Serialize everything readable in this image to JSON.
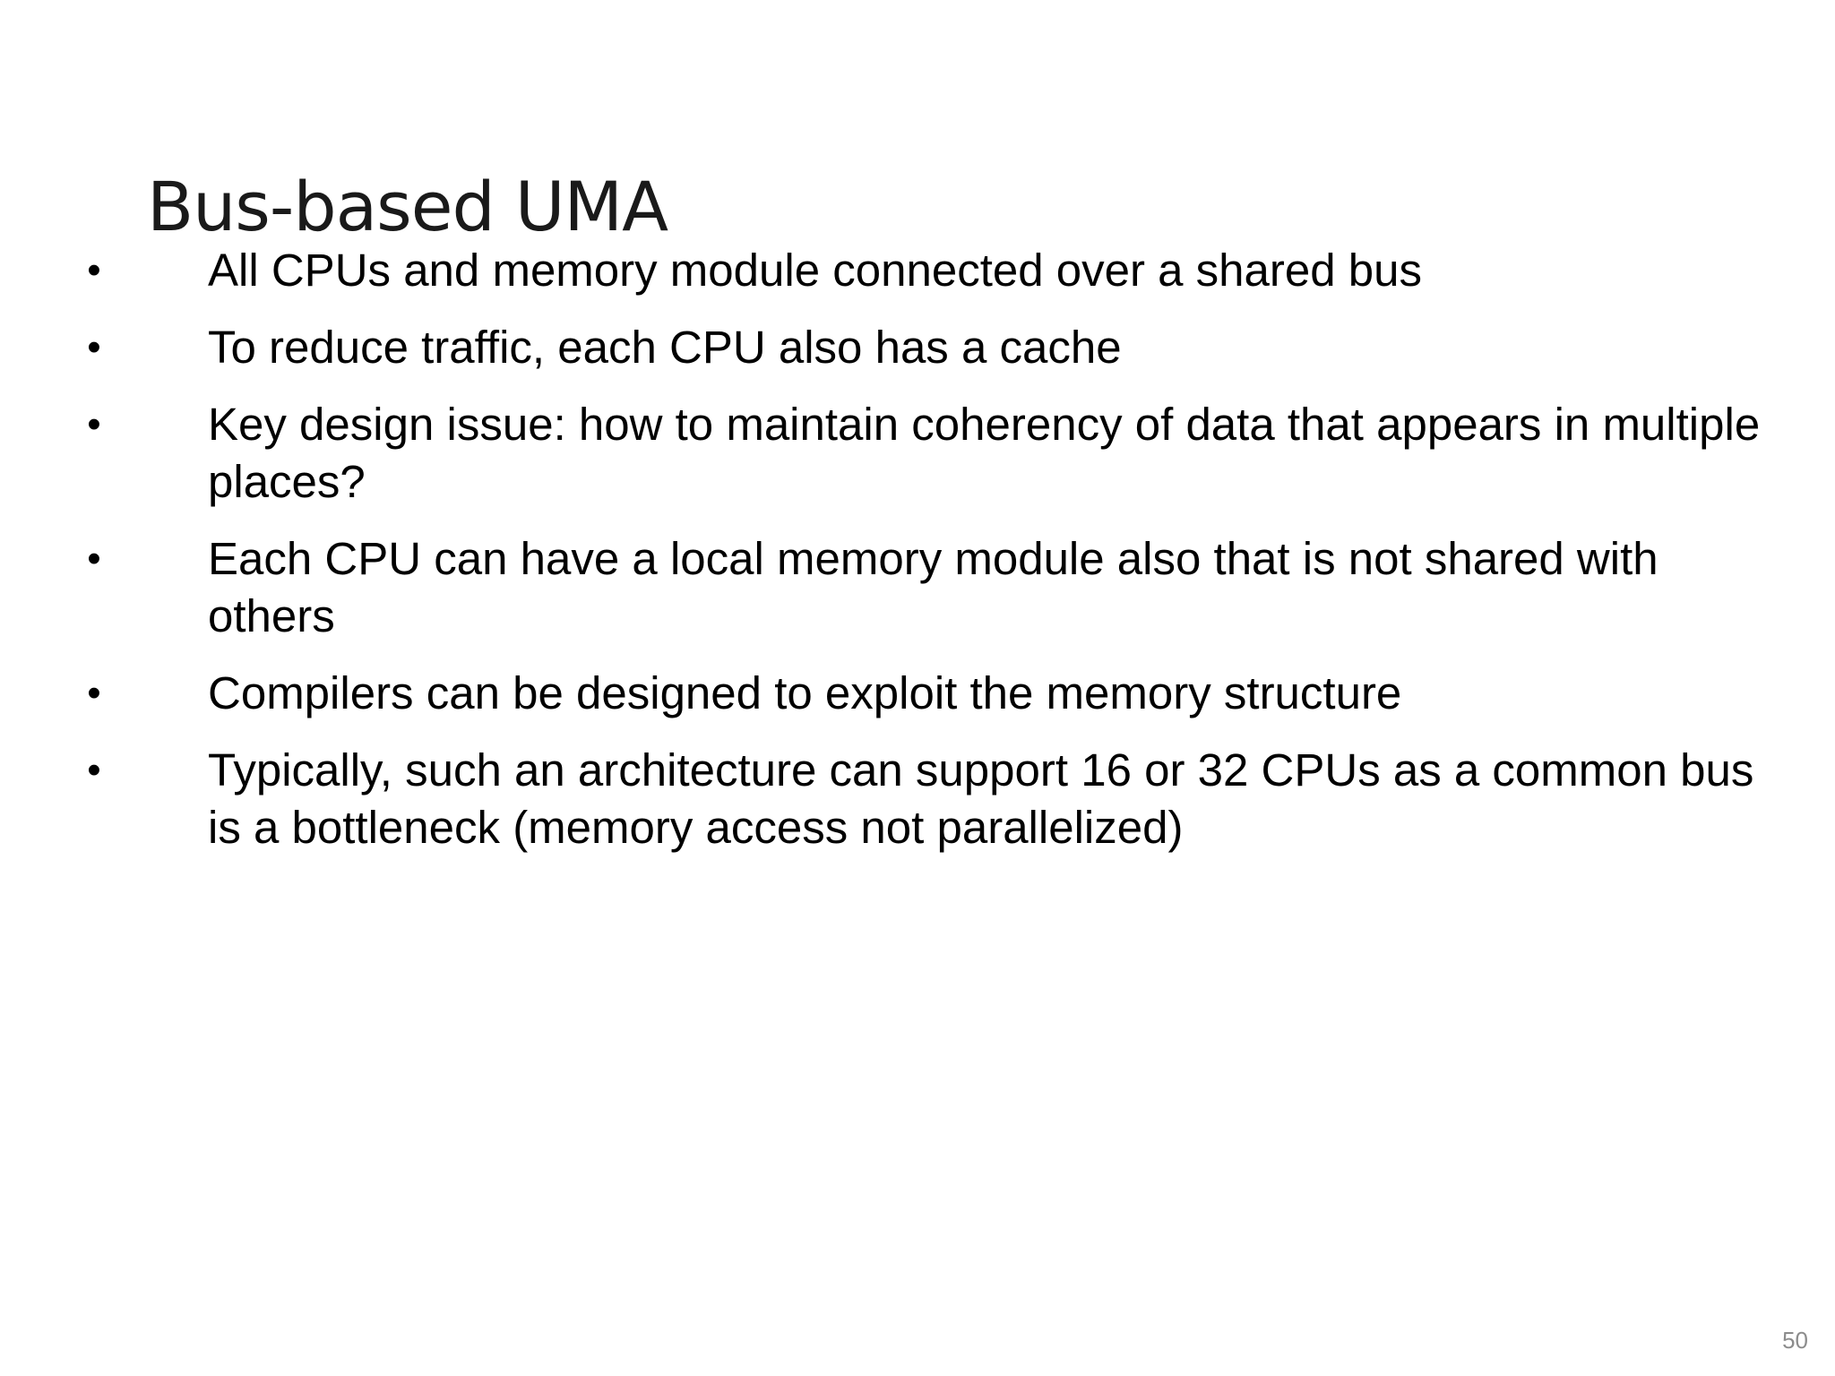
{
  "slide": {
    "title": "Bus-based UMA",
    "bullet_char": "•",
    "bullets": [
      "All CPUs and memory module connected over a shared bus",
      "To reduce traffic, each CPU also has a cache",
      "Key design issue: how to maintain coherency of data that appears in multiple places?",
      "Each CPU can have a local memory module also that is not shared with others",
      "Compilers can be designed to exploit the memory structure",
      "Typically, such an architecture can support 16 or 32 CPUs as a common bus is a bottleneck (memory access not parallelized)"
    ],
    "page_number": "50"
  }
}
